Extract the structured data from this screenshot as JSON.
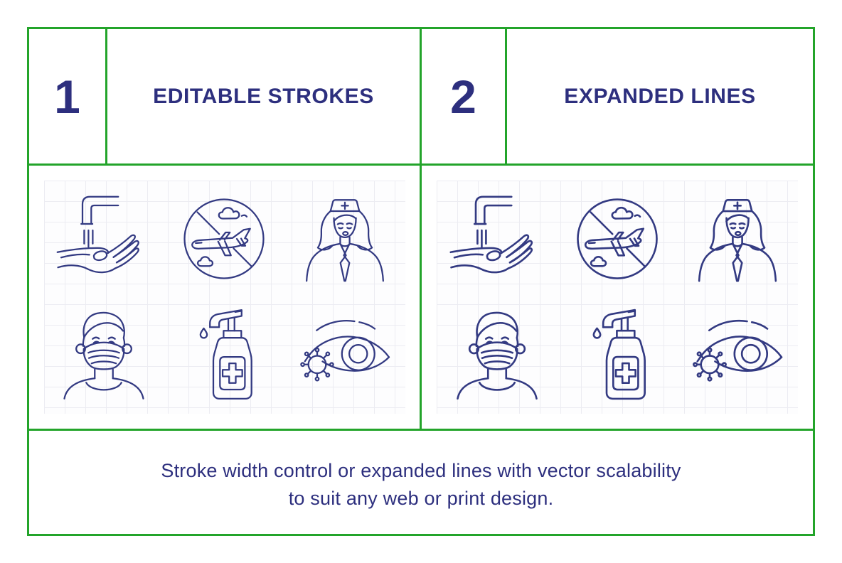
{
  "colors": {
    "border_green": "#23a42a",
    "text_navy": "#2d2f7e",
    "icon_stroke": "#333a82",
    "grid_line": "#ececf2",
    "background": "#ffffff"
  },
  "sections": [
    {
      "number": "1",
      "title": "EDITABLE STROKES"
    },
    {
      "number": "2",
      "title": "EXPANDED LINES"
    }
  ],
  "icon_set": [
    {
      "name": "hand-washing",
      "symbol": "sym-handwash"
    },
    {
      "name": "no-flying",
      "symbol": "sym-noflight"
    },
    {
      "name": "nurse",
      "symbol": "sym-nurse"
    },
    {
      "name": "man-wearing-mask",
      "symbol": "sym-maskman"
    },
    {
      "name": "hand-sanitizer",
      "symbol": "sym-sanitizer"
    },
    {
      "name": "eye-virus",
      "symbol": "sym-eyevirus"
    }
  ],
  "caption": {
    "line1": "Stroke width control or expanded lines with vector scalability",
    "line2": "to suit any web or print design."
  }
}
